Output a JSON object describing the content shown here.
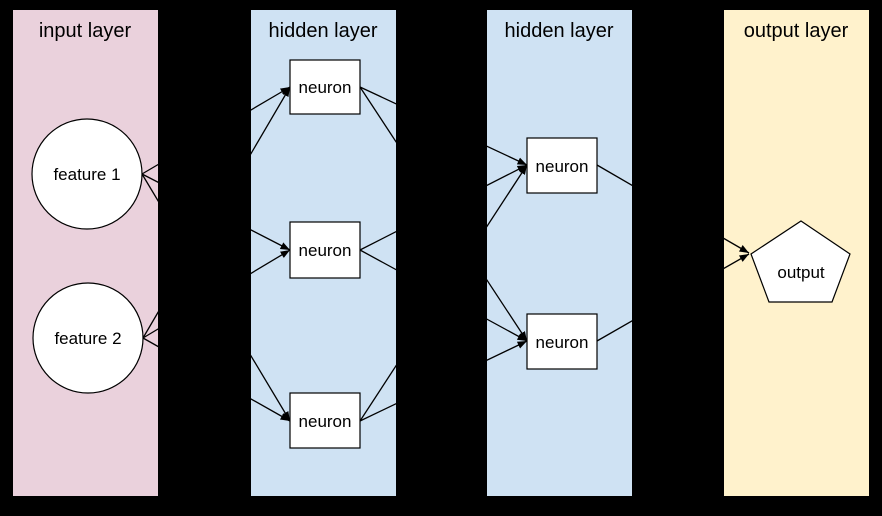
{
  "diagram": {
    "type": "neural-network",
    "background_color": "#000000",
    "node_fill_color": "#ffffff",
    "edge_color": "#000000",
    "layers": [
      {
        "label": "input layer",
        "color": "#ead1dc"
      },
      {
        "label": "hidden layer",
        "color": "#cfe2f3"
      },
      {
        "label": "hidden layer",
        "color": "#cfe2f3"
      },
      {
        "label": "output layer",
        "color": "#fff2cc"
      }
    ],
    "nodes": [
      {
        "id": "feature1",
        "label": "feature 1",
        "shape": "circle",
        "layer": 0
      },
      {
        "id": "feature2",
        "label": "feature 2",
        "shape": "circle",
        "layer": 0
      },
      {
        "id": "h1n1",
        "label": "neuron",
        "shape": "box",
        "layer": 1
      },
      {
        "id": "h1n2",
        "label": "neuron",
        "shape": "box",
        "layer": 1
      },
      {
        "id": "h1n3",
        "label": "neuron",
        "shape": "box",
        "layer": 1
      },
      {
        "id": "h2n1",
        "label": "neuron",
        "shape": "box",
        "layer": 2
      },
      {
        "id": "h2n2",
        "label": "neuron",
        "shape": "box",
        "layer": 2
      },
      {
        "id": "output",
        "label": "output",
        "shape": "pentagon",
        "layer": 3
      }
    ],
    "edges": [
      {
        "from": "feature1",
        "to": "h1n1"
      },
      {
        "from": "feature1",
        "to": "h1n2"
      },
      {
        "from": "feature1",
        "to": "h1n3"
      },
      {
        "from": "feature2",
        "to": "h1n1"
      },
      {
        "from": "feature2",
        "to": "h1n2"
      },
      {
        "from": "feature2",
        "to": "h1n3"
      },
      {
        "from": "h1n1",
        "to": "h2n1"
      },
      {
        "from": "h1n1",
        "to": "h2n2"
      },
      {
        "from": "h1n2",
        "to": "h2n1"
      },
      {
        "from": "h1n2",
        "to": "h2n2"
      },
      {
        "from": "h1n3",
        "to": "h2n1"
      },
      {
        "from": "h1n3",
        "to": "h2n2"
      },
      {
        "from": "h2n1",
        "to": "output"
      },
      {
        "from": "h2n2",
        "to": "output"
      }
    ]
  }
}
